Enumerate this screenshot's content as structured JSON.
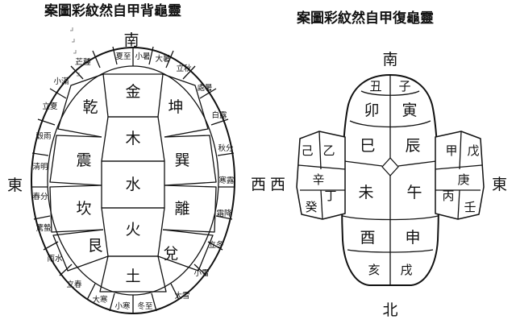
{
  "back": {
    "title": "案圖彩紋然自甲背龜靈",
    "directions": {
      "north": "南",
      "east": "東",
      "west": "西"
    },
    "center_column": [
      "金",
      "木",
      "水",
      "火",
      "土"
    ],
    "left_trigrams": [
      "乾",
      "震",
      "坎",
      "艮"
    ],
    "right_trigrams": [
      "坤",
      "巽",
      "離",
      "兌"
    ],
    "solar_terms": [
      "夏至",
      "小暑",
      "大暑",
      "立秋",
      "處暑",
      "白露",
      "秋分",
      "寒露",
      "霜降",
      "立冬",
      "小雪",
      "大雪",
      "冬至",
      "小寒",
      "大寒",
      "立春",
      "雨水",
      "驚蟄",
      "春分",
      "清明",
      "穀雨",
      "立夏",
      "小滿",
      "芒種"
    ]
  },
  "belly": {
    "title": "案圖彩紋然自甲復龜靈",
    "directions": {
      "north": "南",
      "south": "北",
      "east": "東",
      "west": "西"
    },
    "cells": [
      {
        "id": "chou",
        "label": "丑"
      },
      {
        "id": "zi",
        "label": "子"
      },
      {
        "id": "mao",
        "label": "卯"
      },
      {
        "id": "yin",
        "label": "寅"
      },
      {
        "id": "si",
        "label": "巳"
      },
      {
        "id": "chen",
        "label": "辰"
      },
      {
        "id": "wei",
        "label": "未"
      },
      {
        "id": "wu",
        "label": "午"
      },
      {
        "id": "you",
        "label": "酉"
      },
      {
        "id": "shen",
        "label": "申"
      },
      {
        "id": "hai",
        "label": "亥"
      },
      {
        "id": "xu",
        "label": "戌"
      }
    ],
    "left_wing": [
      "己",
      "乙",
      "辛",
      "丁",
      "癸"
    ],
    "right_wing": [
      "甲",
      "戊",
      "庚",
      "丙",
      "壬"
    ]
  }
}
